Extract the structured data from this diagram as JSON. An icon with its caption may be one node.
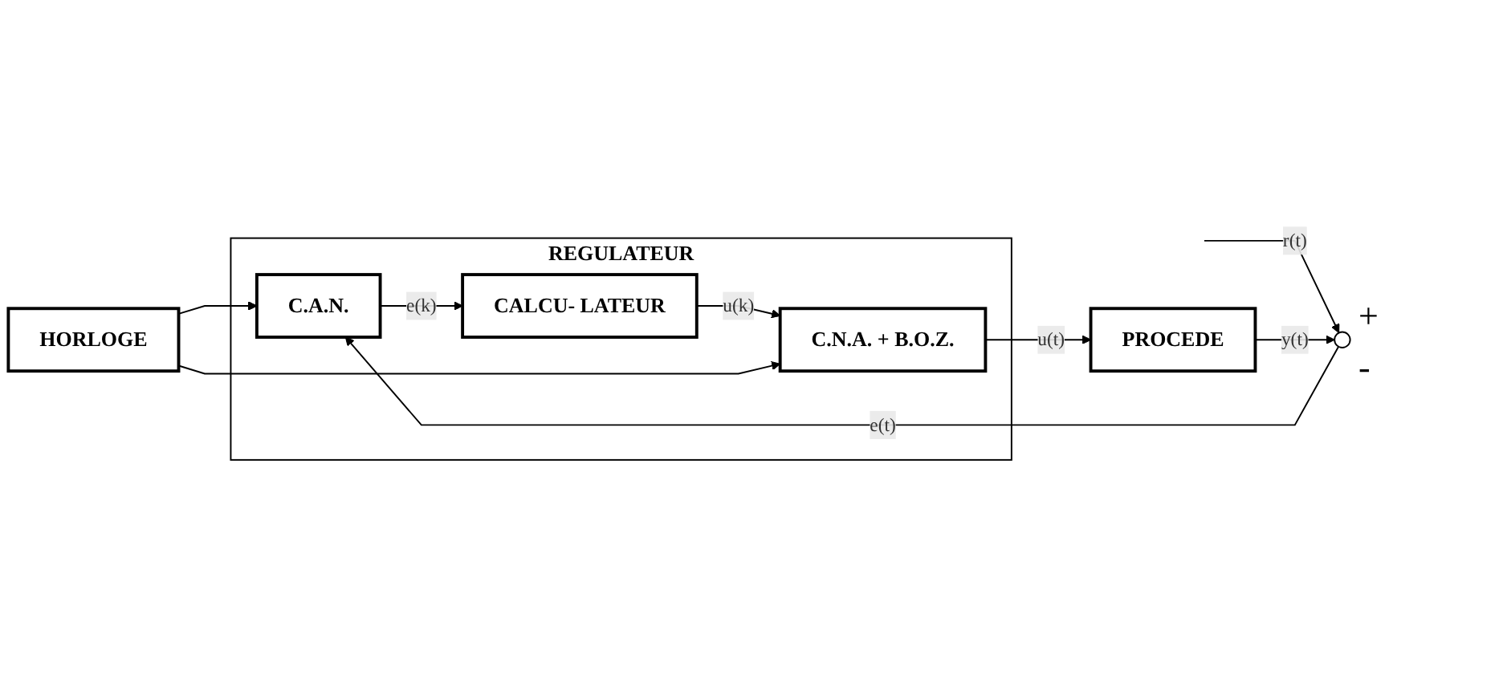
{
  "diagram": {
    "nodes": [
      {
        "text": [
          "HORLOGE"
        ]
      },
      {
        "text": [
          "REGULATEUR"
        ]
      },
      {
        "text": [],
        "shape": "circle"
      },
      {
        "text": [
          "C.A.N."
        ],
        "in": 1
      },
      {
        "text": [
          "CALCU- LATEUR"
        ],
        "in": 1
      },
      {
        "text": [
          "C.N.A. + B.O.Z."
        ],
        "in": 1
      },
      {
        "text": [
          "PROCEDE"
        ]
      }
    ],
    "edges": [
      {
        "from": null,
        "to": 2,
        "arrow": "to",
        "label": "r(t)"
      },
      {
        "from": 2,
        "to": 3,
        "arrow": "to",
        "label": "e(t)"
      },
      {
        "from": 3,
        "to": 4,
        "arrow": "to",
        "label": "e(k)"
      },
      {
        "from": 4,
        "to": 5,
        "arrow": "to",
        "label": "u(k)"
      },
      {
        "from": 5,
        "to": 6,
        "arrow": "to",
        "label": "u(t)"
      },
      {
        "from": 6,
        "to": 2,
        "arrow": "to",
        "label": "y(t)"
      },
      {
        "from": 0,
        "to": 3,
        "arrow": "to"
      },
      {
        "from": 0,
        "to": 5,
        "arrow": "to"
      }
    ],
    "labels": [
      "+",
      "-"
    ]
  }
}
